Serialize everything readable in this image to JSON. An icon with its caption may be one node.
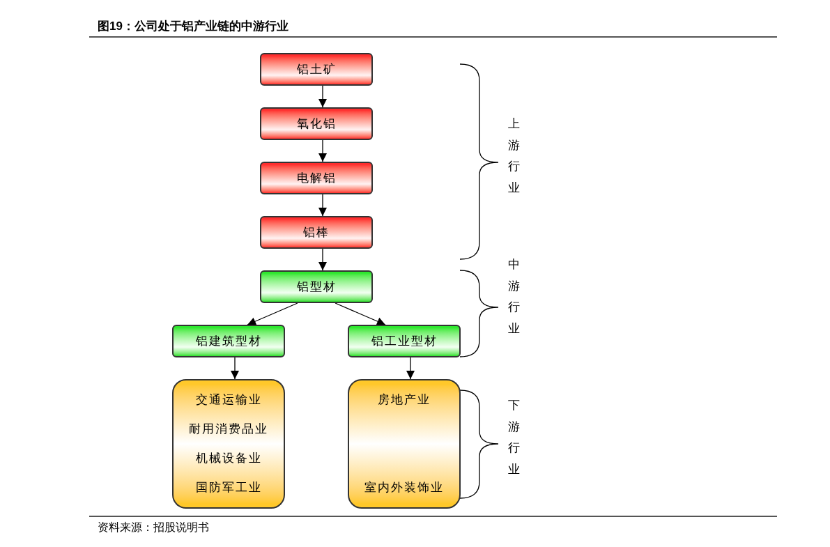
{
  "diagram": {
    "title": "图19：公司处于铝产业链的中游行业",
    "nodes": [
      {
        "text": [
          "铝土矿"
        ]
      },
      {
        "text": [
          "氧化铝"
        ]
      },
      {
        "text": [
          "电解铝"
        ]
      },
      {
        "text": [
          "铝棒"
        ]
      },
      {
        "text": [
          "铝型材"
        ]
      },
      {
        "text": [
          "铝建筑型材"
        ]
      },
      {
        "text": [
          "铝工业型材"
        ]
      },
      {
        "text": [
          "交通运输业",
          "耐用消费品业",
          "机械设备业",
          "国防军工业"
        ]
      },
      {
        "text": [
          "房地产业",
          "室内外装饰业"
        ]
      }
    ],
    "edges": [
      {
        "from": 0,
        "to": 1,
        "arrow": "to"
      },
      {
        "from": 1,
        "to": 2,
        "arrow": "to"
      },
      {
        "from": 2,
        "to": 3,
        "arrow": "to"
      },
      {
        "from": 3,
        "to": 4,
        "arrow": "to"
      },
      {
        "from": 4,
        "to": 5,
        "arrow": "to"
      },
      {
        "from": 4,
        "to": 6,
        "arrow": "to"
      },
      {
        "from": 5,
        "to": 7,
        "arrow": "to"
      },
      {
        "from": 6,
        "to": 8,
        "arrow": "to"
      }
    ],
    "labels": [
      "上游行业",
      "中游行业",
      "下游行业",
      "资料来源：招股说明书"
    ]
  }
}
